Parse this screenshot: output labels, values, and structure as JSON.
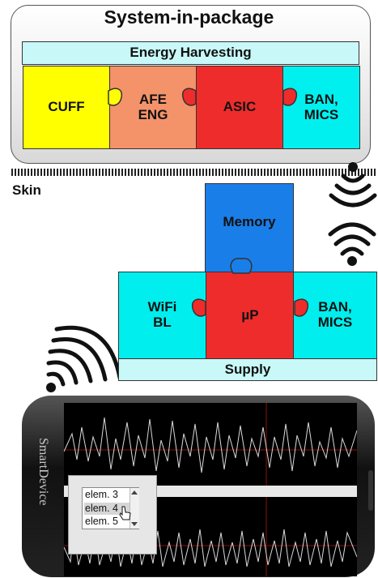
{
  "sip": {
    "title": "System-in-package",
    "energy": "Energy Harvesting",
    "cuff": "CUFF",
    "afe_line1": "AFE",
    "afe_line2": "ENG",
    "asic": "ASIC",
    "ban_line1": "BAN,",
    "ban_line2": "MICS"
  },
  "skin": "Skin",
  "module": {
    "memory": "Memory",
    "wifi_line1": "WiFi",
    "wifi_line2": "BL",
    "up": "µP",
    "ban_line1": "BAN,",
    "ban_line2": "MICS",
    "supply": "Supply"
  },
  "device": {
    "brand": "SmartDevice",
    "list": [
      "elem. 3",
      "elem. 4",
      "elem. 5"
    ],
    "selected": 1
  },
  "colors": {
    "cuff": "#ffff00",
    "afe": "#f4926a",
    "asic": "#ee2c2c",
    "ban": "#00f0f0",
    "memory": "#1a7ee8",
    "up": "#ee2c2c",
    "wifi": "#00eeee",
    "bar": "#c8f8f8"
  }
}
